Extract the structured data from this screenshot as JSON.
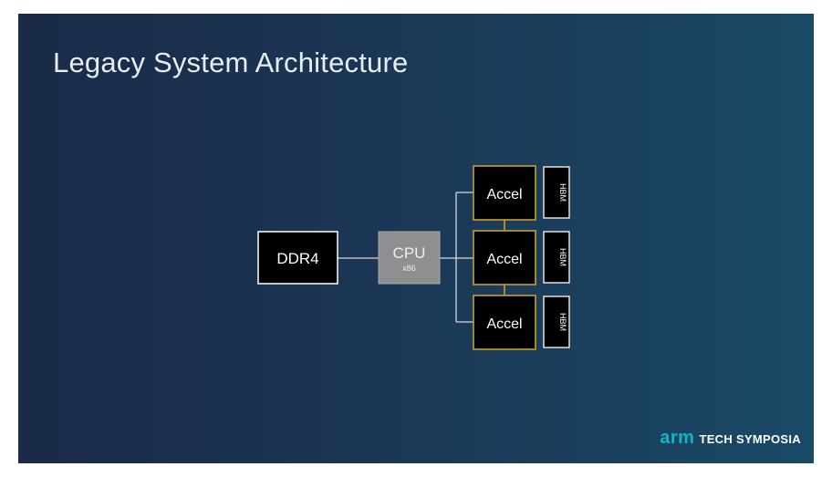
{
  "slide": {
    "title": "Legacy System Architecture"
  },
  "diagram": {
    "memory": {
      "label": "DDR4"
    },
    "cpu": {
      "label": "CPU",
      "sublabel": "x86"
    },
    "accelerators": [
      {
        "label": "Accel",
        "memory_label": "HBM"
      },
      {
        "label": "Accel",
        "memory_label": "HBM"
      },
      {
        "label": "Accel",
        "memory_label": "HBM"
      }
    ],
    "colors": {
      "accent_border": "#c8a02a",
      "cpu_fill": "#8d8f91",
      "box_fill": "#000000",
      "line": "#d8d8d8"
    }
  },
  "brand": {
    "logo_text": "arm",
    "event_name": "TECH SYMPOSIA"
  }
}
